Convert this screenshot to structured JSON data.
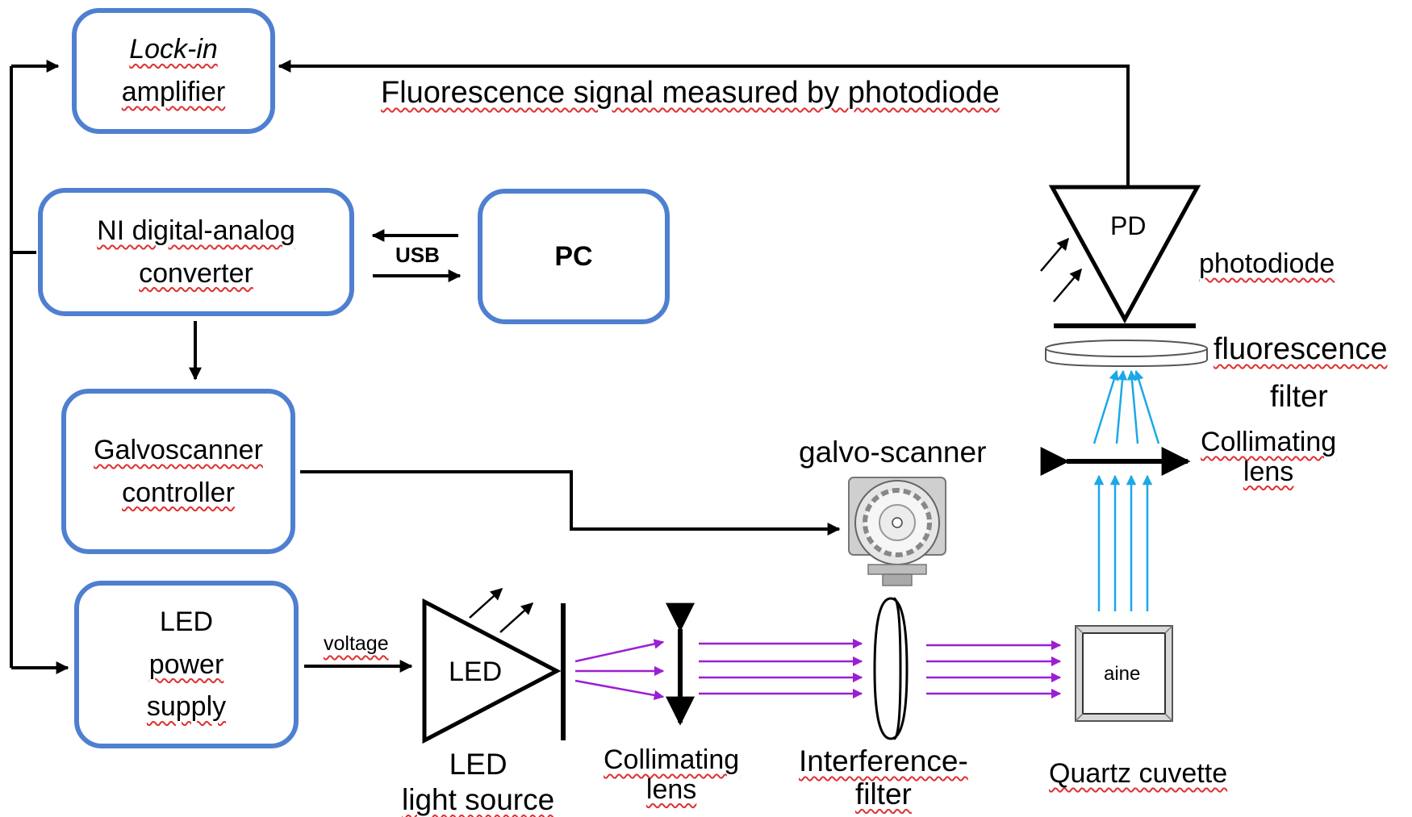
{
  "boxes": {
    "lockin": [
      "Lock-in",
      "amplifier"
    ],
    "ni": [
      "NI digital-analog",
      "converter"
    ],
    "pc": [
      "PC"
    ],
    "galvo_ctrl": [
      "Galvoscanner",
      "controller"
    ],
    "led_power": [
      "LED",
      "power",
      "supply"
    ]
  },
  "labels": {
    "fluorescence_signal": "Fluorescence signal measured by photodiode",
    "usb": "USB",
    "voltage": "voltage",
    "pd": "PD",
    "photodiode": "photodiode",
    "fluorescence_filter": [
      "fluorescence",
      "filter"
    ],
    "collimating_lens_top": [
      "Collimating",
      "lens"
    ],
    "galvo_scanner": "galvo-scanner",
    "led_symbol": "LED",
    "led_light_source": [
      "LED",
      "light source"
    ],
    "collimating_lens_bottom": [
      "Collimating",
      "lens"
    ],
    "interference_filter": [
      "Interference-",
      "filter"
    ],
    "cuvette_content": "aine",
    "quartz_cuvette": "Quartz cuvette"
  },
  "colors": {
    "box_border": "#4f7fd0",
    "excitation_light": "#9b1fd1",
    "fluorescence_light": "#1ba8e8",
    "spellcheck": "#e03030"
  }
}
